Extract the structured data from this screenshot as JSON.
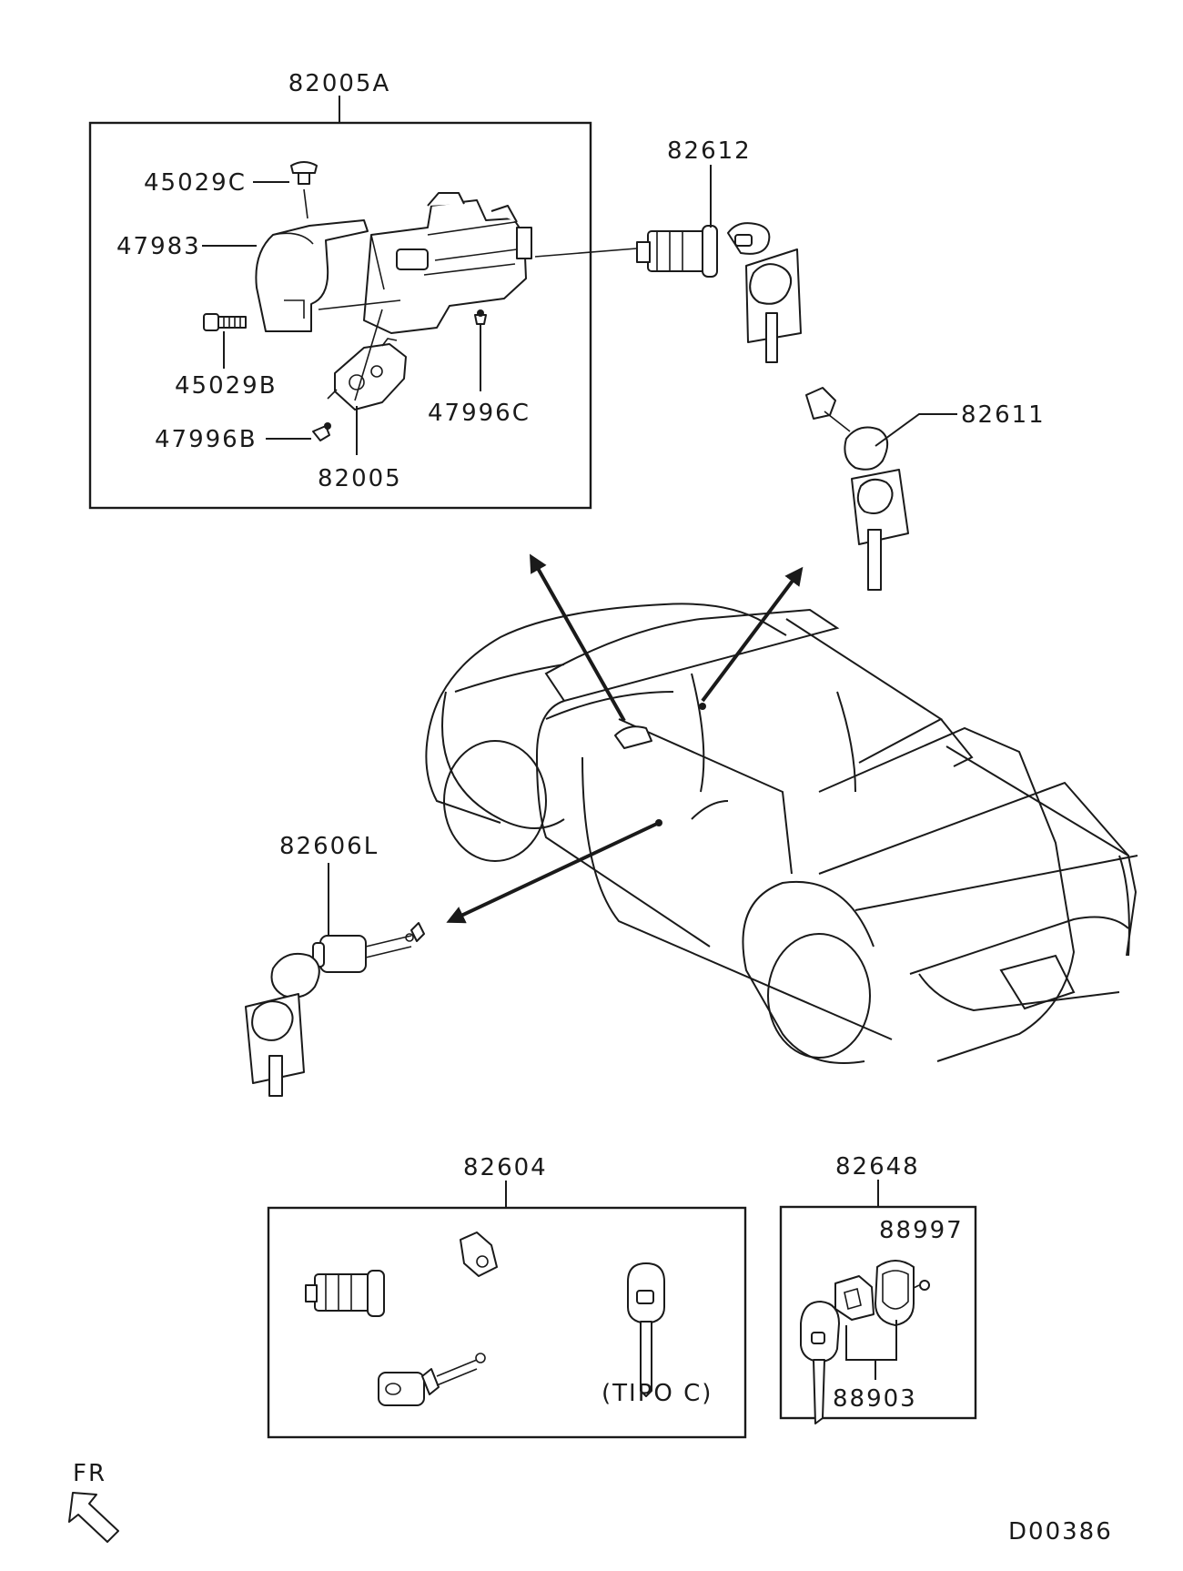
{
  "labels": {
    "assy_ignition_set": "82005A",
    "screw_c": "45029C",
    "cover": "47983",
    "screw_b": "45029B",
    "bolt_b": "47996B",
    "switch": "82005",
    "bolt_c": "47996C",
    "ignition_cylinder": "82612",
    "key_assy": "82611",
    "door_cylinder_l": "82606L",
    "lock_set": "82604",
    "type_note": "(TIPO C)",
    "key_kit": "82648",
    "screw_key": "88997",
    "key_shell": "88903",
    "front_marker": "FR",
    "diagram_code": "D00386"
  }
}
